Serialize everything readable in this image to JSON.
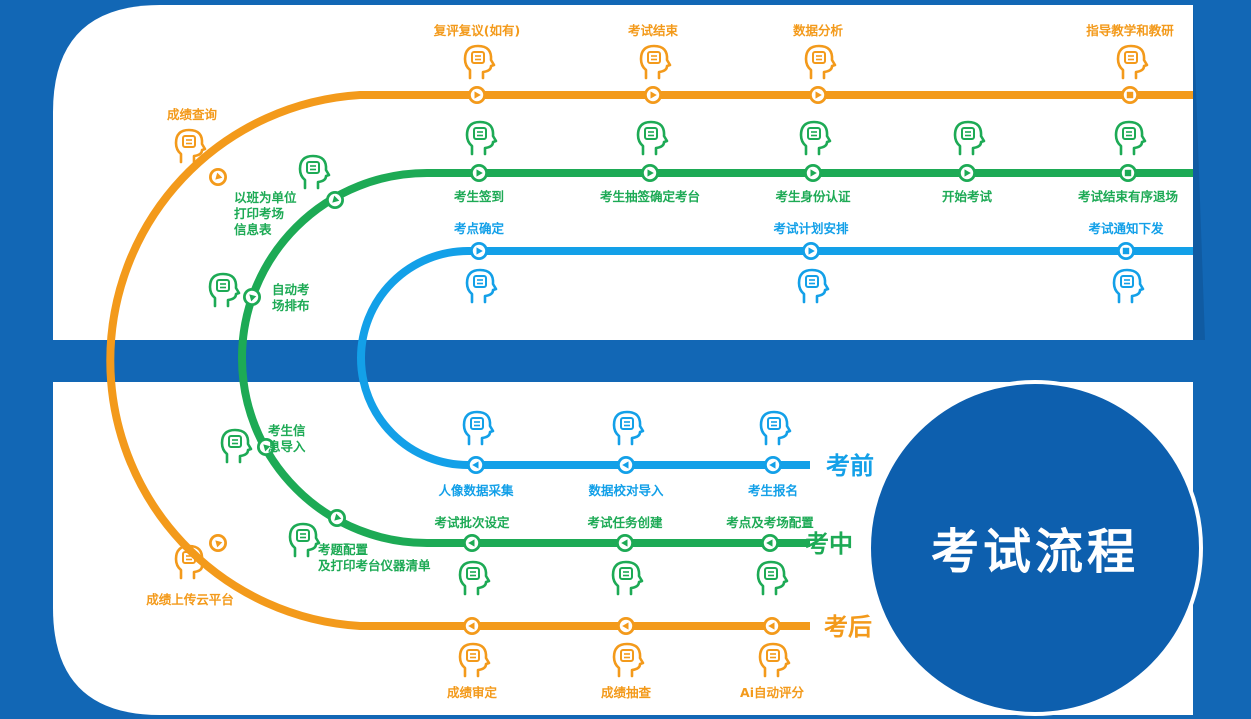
{
  "title": "考试流程",
  "colors": {
    "background": "#1267b5",
    "panel": "#ffffff",
    "orange": "#f39a1b",
    "green": "#1daa55",
    "blue": "#13a0e8"
  },
  "phases": {
    "before": "考前",
    "during": "考中",
    "after": "考后"
  },
  "before_lower": [
    {
      "label": "人像数据采集",
      "icon": "head-globe-icon"
    },
    {
      "label": "数据校对导入",
      "icon": "head-gear-icon"
    },
    {
      "label": "考生报名",
      "icon": "head-document-icon"
    }
  ],
  "before_upper": [
    {
      "label": "考点确定",
      "icon": "head-smile-icon"
    },
    {
      "label": "考试计划安排",
      "icon": "head-list-icon"
    },
    {
      "label": "考试通知下发",
      "icon": "head-mail-icon"
    }
  ],
  "during_lower": [
    {
      "label": "考试批次设定",
      "icon": "head-flowchart-icon"
    },
    {
      "label": "考试任务创建",
      "icon": "head-circuit-icon"
    },
    {
      "label": "考点及考场配置",
      "icon": "head-plug-icon"
    }
  ],
  "during_left": [
    {
      "label": "考题配置 及打印考台仪器清单",
      "icon": "document-list-icon"
    },
    {
      "label": "考生信 息导入",
      "icon": "head-leaf-icon"
    },
    {
      "label": "自动考 场排布",
      "icon": "head-network-icon"
    },
    {
      "label": "以班为单位 打印考场 信息表",
      "icon": "head-printer-icon"
    }
  ],
  "during_upper": [
    {
      "label": "考生签到",
      "icon": "head-badge-icon"
    },
    {
      "label": "考生抽签确定考台",
      "icon": "head-target-icon"
    },
    {
      "label": "考生身份认证",
      "icon": "head-id-icon"
    },
    {
      "label": "开始考试",
      "icon": "head-test-icon"
    },
    {
      "label": "考试结束有序退场",
      "icon": "head-people-icon"
    }
  ],
  "after_lower": [
    {
      "label": "成绩审定",
      "icon": "head-chart-icon"
    },
    {
      "label": "成绩抽查",
      "icon": "head-sliders-icon"
    },
    {
      "label": "Ai自动评分",
      "icon": "head-paper-icon"
    }
  ],
  "after_left": [
    {
      "label": "成绩上传云平台",
      "icon": "head-cloud-icon"
    },
    {
      "label": "成绩查询",
      "icon": "head-disk-icon"
    }
  ],
  "after_upper": [
    {
      "label": "复评复议(如有)",
      "icon": "head-puzzle-icon"
    },
    {
      "label": "考试结束",
      "icon": "head-check-icon"
    },
    {
      "label": "数据分析",
      "icon": "head-bars-icon"
    },
    {
      "label": "指导教学和教研",
      "icon": "head-bulb-icon"
    }
  ]
}
